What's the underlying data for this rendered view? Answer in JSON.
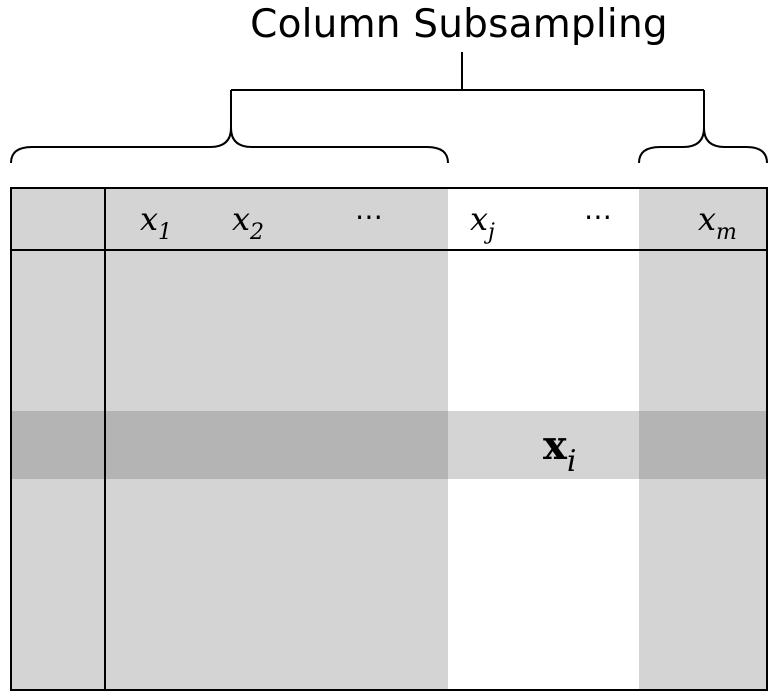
{
  "title": "Column Subsampling",
  "columns": [
    {
      "name": "x",
      "sub": "1"
    },
    {
      "name": "x",
      "sub": "2"
    },
    {
      "ellipsis": "⋯"
    },
    {
      "name": "x",
      "sub": "j"
    },
    {
      "ellipsis": "⋯"
    },
    {
      "name": "x",
      "sub": "m"
    }
  ],
  "row": {
    "name": "x",
    "sub": "i"
  },
  "colors": {
    "sampled": "#d4d4d4",
    "unsampled": "#ffffff",
    "row_highlight_sampled": "#b4b4b4",
    "row_highlight_unsampled": "#d4d4d4",
    "border": "#000000"
  }
}
